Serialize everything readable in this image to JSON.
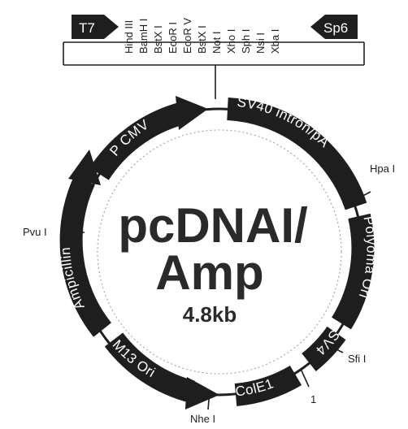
{
  "plasmid": {
    "name_line1": "pcDNAI/",
    "name_line2": "Amp",
    "size": "4.8kb"
  },
  "mcs": {
    "left_promoter": "T7",
    "right_promoter": "Sp6",
    "sites": [
      "Hind III",
      "BamH I",
      "BstX I",
      "EcoR I",
      "EcoR V",
      "BstX I",
      "Not I",
      "Xho I",
      "Sph I",
      "Nsi I",
      "Xba I"
    ]
  },
  "features": {
    "pcmv": "P CMV",
    "sv40": "SV40 intron/pA",
    "polyoma": "Polyoma Ori",
    "sv4": "SV4",
    "cole1": "ColE1",
    "m13": "M13 Ori",
    "ampicillin": "Ampicillin"
  },
  "sites": {
    "hpa": "Hpa I",
    "pvu": "Pvu I",
    "sfi": "Sfi I",
    "nhe": "Nhe I",
    "one": "1"
  },
  "colors": {
    "ink": "#1e1e1e",
    "paper": "#ffffff"
  }
}
